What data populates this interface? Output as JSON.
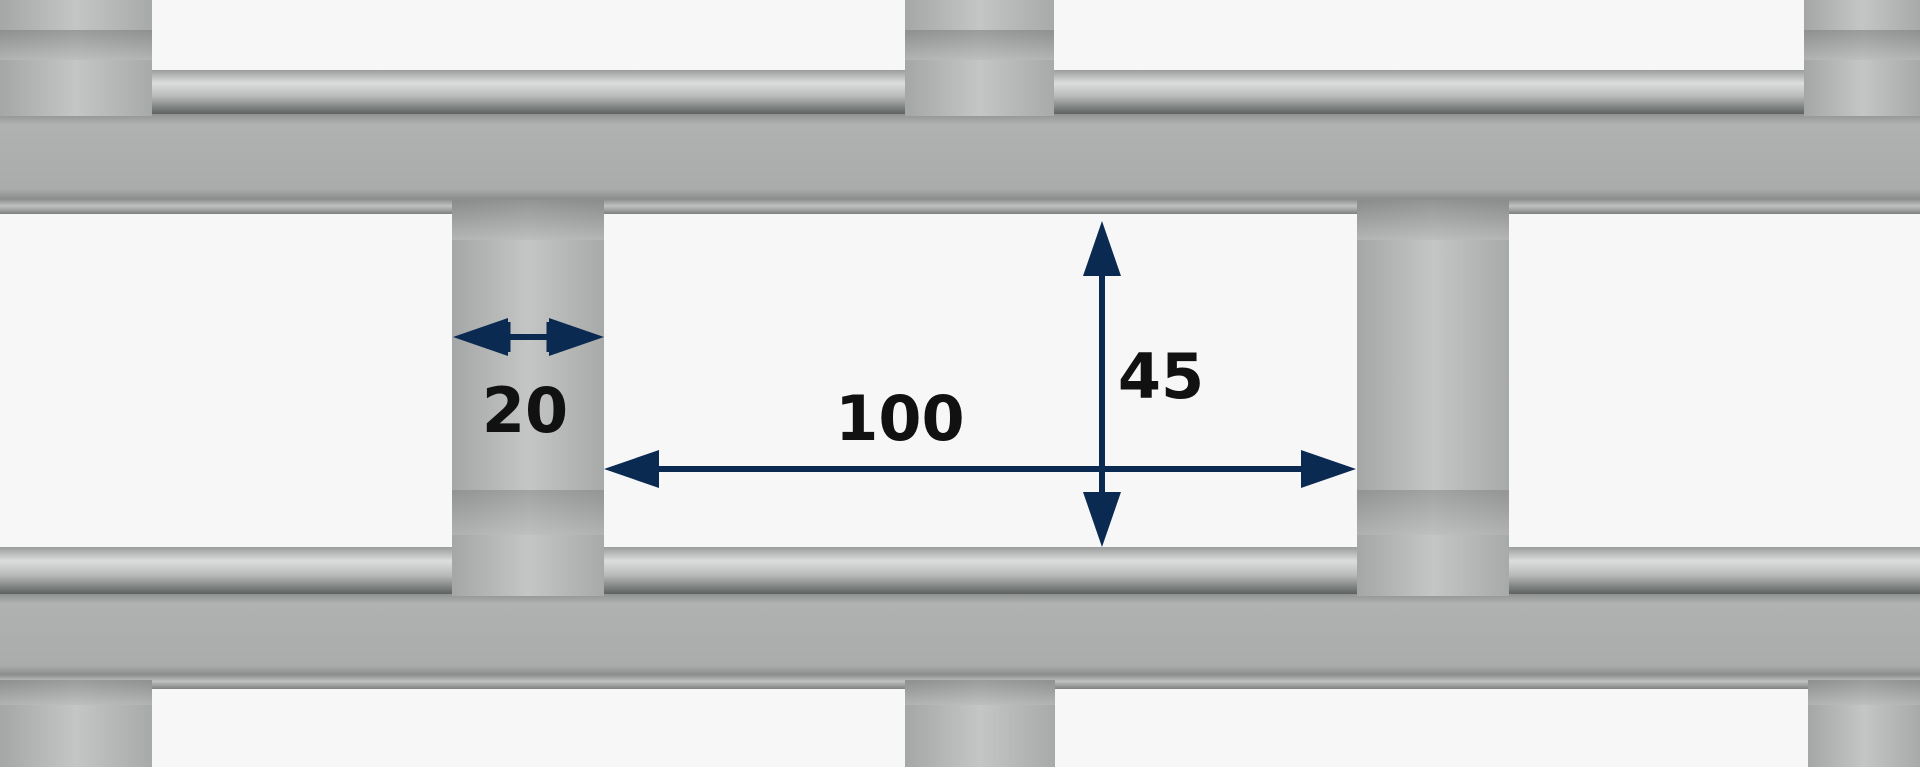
{
  "diagram": {
    "dimensions": {
      "clip_width": "20",
      "clip_spacing": "100",
      "bar_gap": "45"
    },
    "colors": {
      "background": "#f7f7f7",
      "metal": "#b4b6b5",
      "metal_dark": "#8d908f",
      "arrow": "#0b2a52"
    }
  }
}
